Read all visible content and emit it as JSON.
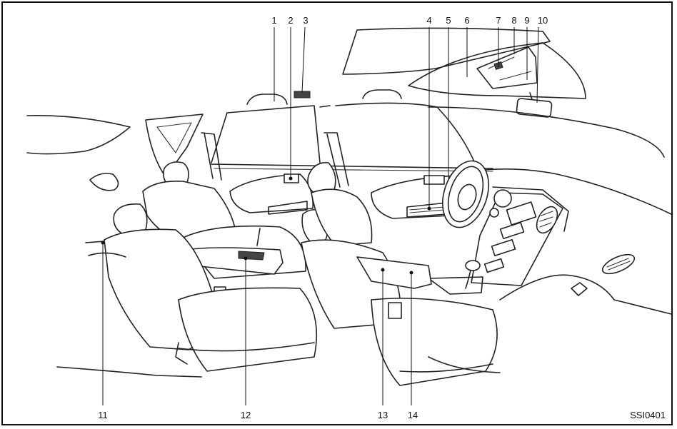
{
  "callouts": [
    "1",
    "2",
    "3",
    "4",
    "5",
    "6",
    "7",
    "8",
    "9",
    "10",
    "11",
    "12",
    "13",
    "14"
  ],
  "figure_code": "SSI0401"
}
